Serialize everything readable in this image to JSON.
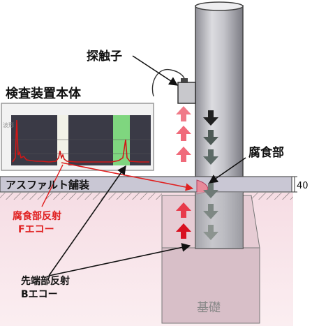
{
  "labels": {
    "probe": "探触子",
    "inspection_device": "検査装置本体",
    "corrosion": "腐食部",
    "asphalt": "アスファルト舗装",
    "depth": "40",
    "f_echo_line1": "腐食部反射",
    "f_echo_line2": "Fエコー",
    "b_echo_line1": "先端部反射",
    "b_echo_line2": "Bエコー",
    "foundation": "基礎",
    "screen_tag": "波形"
  },
  "colors": {
    "reflection_red": "#e02020",
    "asphalt": "#c9c7d4",
    "pole": "#c8c8cc",
    "screen_bg": "#3a3a46",
    "waveform": "#d01818",
    "gate_green": "#7fd67f",
    "foundation": "#d8bfc8"
  },
  "icons": {
    "probe": "probe-box",
    "arrows_down": "down-arrow-icon",
    "arrows_up": "up-arrow-icon"
  }
}
